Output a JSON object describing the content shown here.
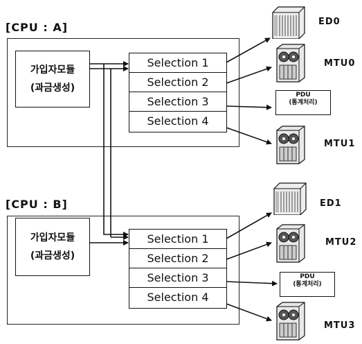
{
  "cpu_a": {
    "label": "[CPU : A]",
    "module_line1": "가입자모듈",
    "module_line2": "(과금생성)",
    "selections": [
      "Selection 1",
      "Selection 2",
      "Selection 3",
      "Selection 4"
    ]
  },
  "cpu_b": {
    "label": "[CPU : B]",
    "module_line1": "가입자모듈",
    "module_line2": "(과금생성)",
    "selections": [
      "Selection 1",
      "Selection 2",
      "Selection 3",
      "Selection 4"
    ]
  },
  "devices": {
    "ed0": "ED0",
    "mtu0": "MTU0",
    "pdu_a_line1": "PDU",
    "pdu_a_line2": "(통계처리)",
    "mtu1": "MTU1",
    "ed1": "ED1",
    "mtu2": "MTU2",
    "pdu_b_line1": "PDU",
    "pdu_b_line2": "(통계처리)",
    "mtu3": "MTU3"
  }
}
